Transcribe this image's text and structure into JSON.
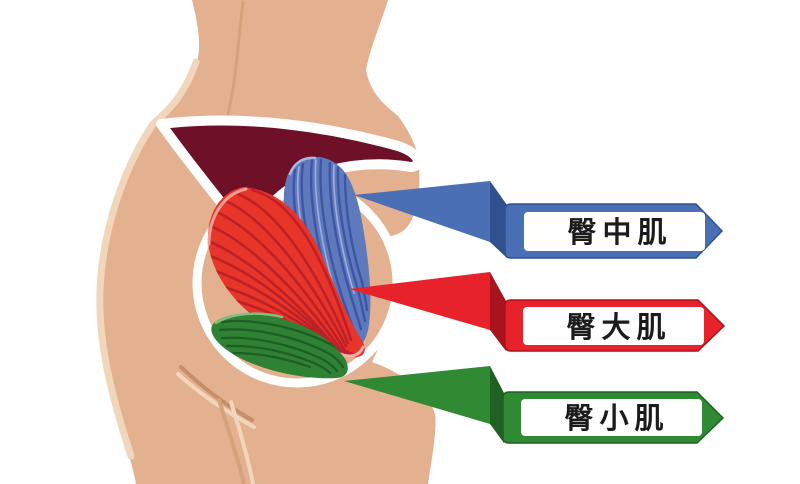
{
  "page": {
    "background": "#ffffff",
    "title_alt": "gluteal muscles anatomy diagram"
  },
  "figure": {
    "skin": "#e4b190",
    "skin_highlight": "#f2d6bb",
    "skin_crease": "#c58f69",
    "skin_crease_soft": "#d5a27c",
    "underwear": "#6f1029",
    "outline": "#ffffff"
  },
  "callouts": [
    {
      "id": "gluteus-medius",
      "label": "臀中肌",
      "color": "#4a6fb5",
      "color_dark": "#31508f",
      "muscle": "#5f79bd",
      "muscle_dark": "#3d55a4",
      "muscle_light": "#9db0dd",
      "muscle_rim": "#a9b9e2"
    },
    {
      "id": "gluteus-maximus",
      "label": "臀大肌",
      "color": "#e8222b",
      "color_dark": "#a8131c",
      "muscle": "#e73529",
      "muscle_dark": "#bd2026",
      "muscle_light": "#f59d94",
      "muscle_rim": "#f3b3ac"
    },
    {
      "id": "gluteus-minimus",
      "label": "臀小肌",
      "color": "#2f8a33",
      "color_dark": "#1e6123",
      "muscle": "#2f8134",
      "muscle_dark": "#1e5d24",
      "muscle_light": "#7fb87b",
      "muscle_rim": "#84bd80"
    }
  ]
}
